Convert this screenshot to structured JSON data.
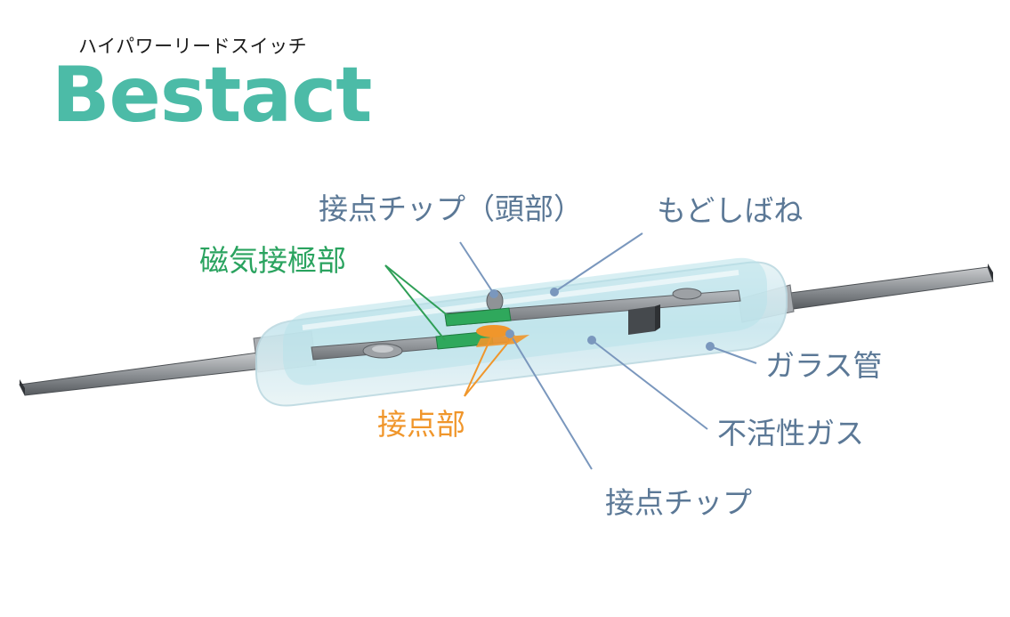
{
  "header": {
    "subtitle": "ハイパワーリードスイッチ",
    "brand": "Bestact"
  },
  "labels": {
    "contact_tip_head": "接点チップ（頭部）",
    "return_spring": "もどしばね",
    "magnetic_pole": "磁気接極部",
    "glass_tube": "ガラス管",
    "contact": "接点部",
    "inert_gas": "不活性ガス",
    "contact_tip": "接点チップ"
  },
  "colors": {
    "brand": "#4cbba7",
    "label_blue": "#5b7896",
    "label_green": "#2aa35f",
    "label_orange": "#f0962b",
    "leader_blue": "#7a97bd",
    "leader_green": "#2f9f57",
    "leader_orange": "#f0962b"
  }
}
